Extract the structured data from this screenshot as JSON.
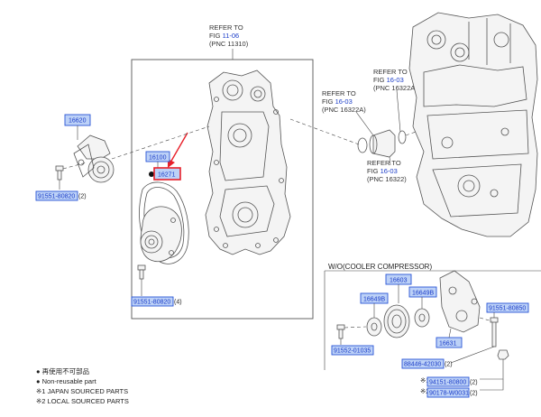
{
  "refs": [
    {
      "line1": "REFER TO",
      "fig_prefix": "FIG ",
      "fig": "11-06",
      "pnc": "(PNC 11310)"
    },
    {
      "line1": "REFER TO",
      "fig_prefix": "FIG ",
      "fig": "16-03",
      "pnc": "(PNC 16322A)"
    },
    {
      "line1": "REFER TO",
      "fig_prefix": "FIG ",
      "fig": "16-03",
      "pnc": "(PNC 16322A)"
    },
    {
      "line1": "REFER TO",
      "fig_prefix": "FIG ",
      "fig": "16-03",
      "pnc": "(PNC 16322)"
    }
  ],
  "parts": {
    "p16620": "16620",
    "p91551_80820_a": "91551-80820",
    "p91551_80820_a_qty": "(2)",
    "p16100": "16100",
    "p16271": "16271",
    "p91551_80820_b": "91551-80820",
    "p91551_80820_b_qty": "(4)",
    "p16603": "16603",
    "p16649b_l": "16649B",
    "p16649b_r": "16649B",
    "p91551_80850": "91551-80850",
    "p91552_01035": "91552-01035",
    "p16631": "16631",
    "p88446_42030": "88446-42030",
    "p88446_42030_qty": "(2)",
    "p94151_80800": "94151-80800",
    "p94151_80800_qty": "(2)",
    "p90178_w0031": "90178-W0031",
    "p90178_w0031_qty": "(2)",
    "mark1": "※1",
    "mark2": "※2"
  },
  "section_wo": "W/O(COOLER COMPRESSOR)",
  "legend": {
    "l1": "● 再使用不可部品",
    "l2": "● Non-reusable part",
    "l3": "※1 JAPAN SOURCED PARTS",
    "l4": "※2 LOCAL SOURCED PARTS"
  },
  "colors": {
    "highlight": "#e8202a",
    "label_fill": "#bcd1f7",
    "label_stroke": "#2a55d6",
    "part_number": "#1a3cc8"
  }
}
